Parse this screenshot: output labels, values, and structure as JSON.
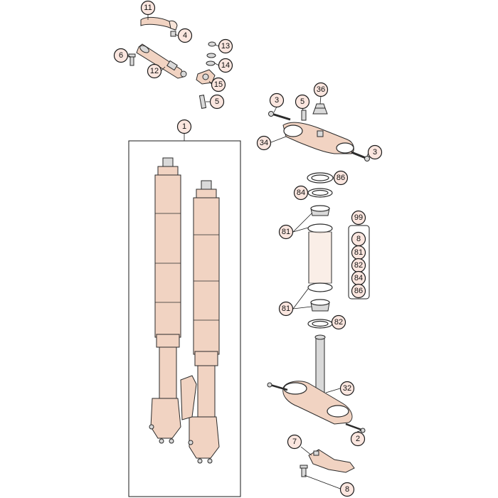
{
  "diagram": {
    "callouts": {
      "c11": "11",
      "c4": "4",
      "c6": "6",
      "c13": "13",
      "c14": "14",
      "c12": "12",
      "c15": "15",
      "c5a": "5",
      "c3a": "3",
      "c5b": "5",
      "c36": "36",
      "c34": "34",
      "c3b": "3",
      "c1": "1",
      "c86a": "86",
      "c84": "84",
      "c81a": "81",
      "c81b": "81",
      "c82": "82",
      "c32": "32",
      "c2": "2",
      "c7": "7",
      "c8": "8"
    },
    "kit": {
      "title": "99",
      "items": [
        "8",
        "81",
        "82",
        "84",
        "86"
      ]
    }
  }
}
